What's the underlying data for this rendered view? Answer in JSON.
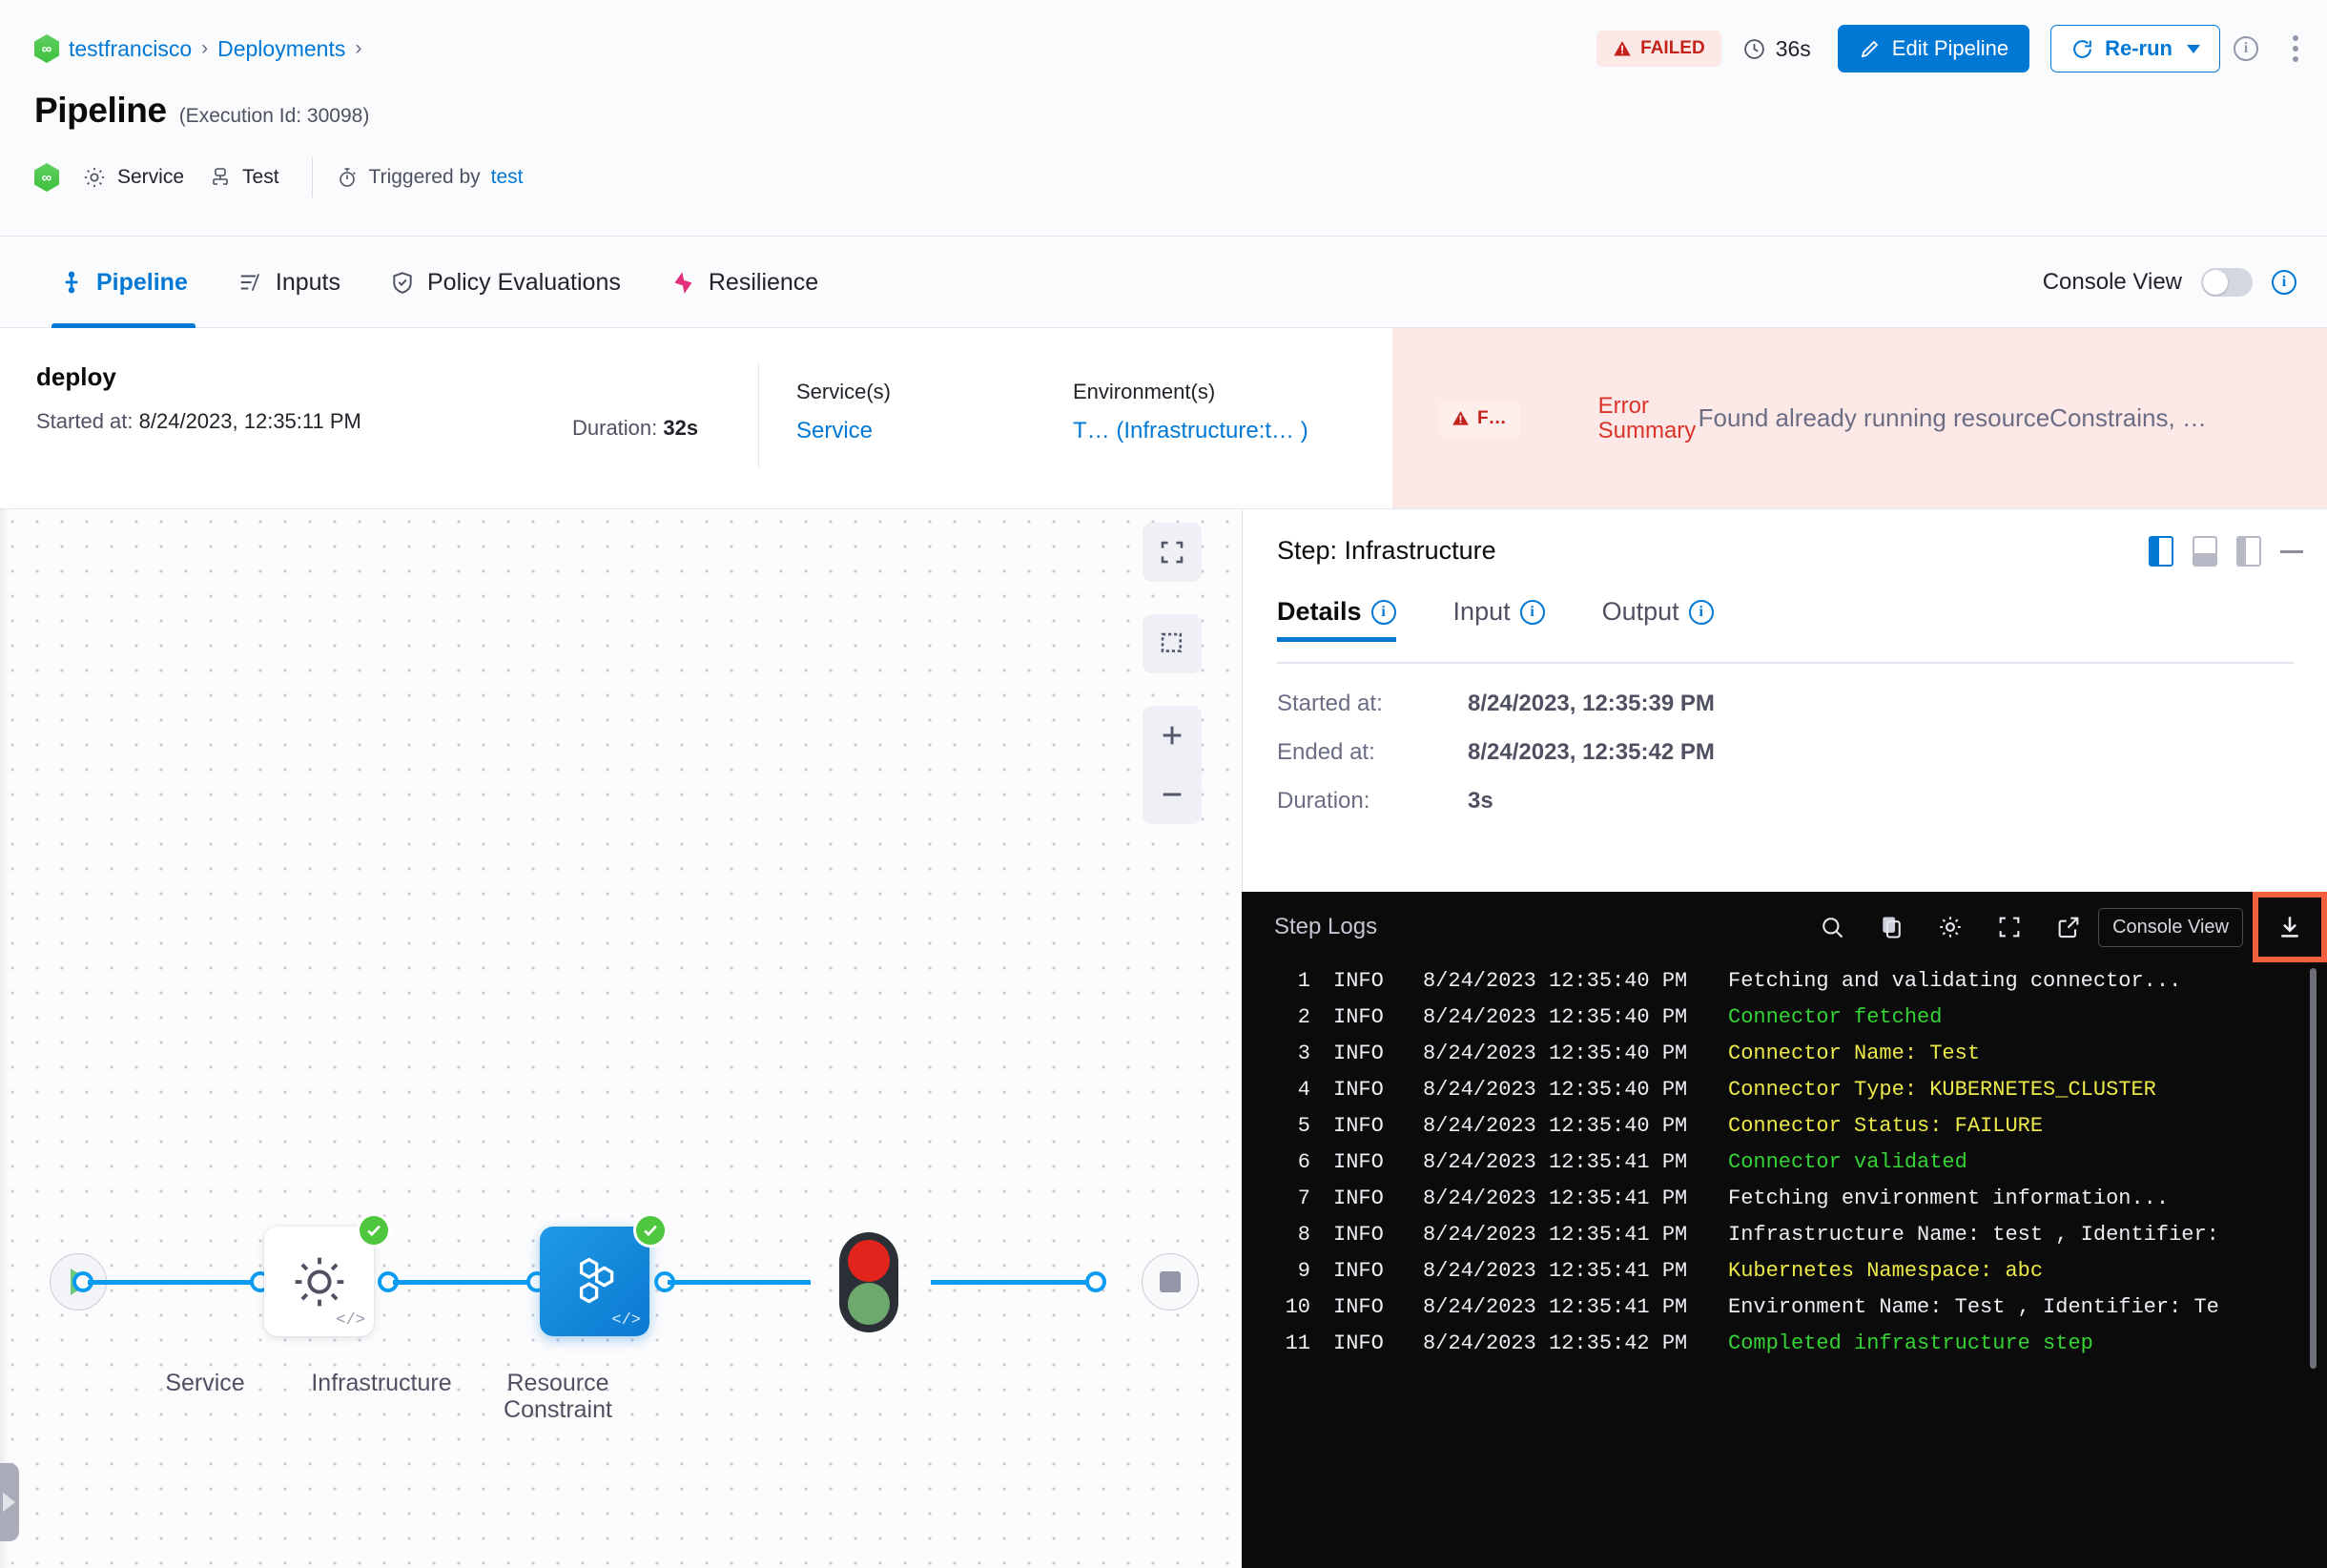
{
  "header": {
    "breadcrumb": [
      {
        "label": "testfrancisco",
        "icon": "harness-logo-icon"
      },
      {
        "label": "Deployments"
      }
    ],
    "breadcrumb_separator": "›",
    "page_title": "Pipeline",
    "execution_id": "(Execution Id: 30098)",
    "meta": {
      "service_label": "Service",
      "service_icon": "gear-icon",
      "env_label": "Test",
      "env_icon": "infrastructure-icon",
      "triggered_prefix": "Triggered by",
      "triggered_by": "test",
      "trigger_icon": "stopwatch-icon"
    },
    "status_badge": "FAILED",
    "status_icon": "warning-triangle-icon",
    "duration": "36s",
    "duration_icon": "clock-icon",
    "edit_button": "Edit Pipeline",
    "edit_icon": "pencil-icon",
    "rerun_button": "Re-run",
    "rerun_icon": "refresh-icon",
    "info_icon": "info-icon",
    "kebab_icon": "more-vertical-icon",
    "colors": {
      "accent": "#0278d5",
      "danger": "#c2221a",
      "success": "#4ec63d"
    }
  },
  "tabs": [
    {
      "label": "Pipeline",
      "icon": "pipeline-icon",
      "active": true
    },
    {
      "label": "Inputs",
      "icon": "inputs-icon",
      "active": false
    },
    {
      "label": "Policy Evaluations",
      "icon": "shield-check-icon",
      "active": false
    },
    {
      "label": "Resilience",
      "icon": "resilience-icon",
      "active": false
    }
  ],
  "console_view": {
    "label": "Console View",
    "enabled": false,
    "info_icon": "info-icon"
  },
  "stage": {
    "name": "deploy",
    "started_label": "Started at:",
    "started_value": "8/24/2023, 12:35:11 PM",
    "duration_label": "Duration:",
    "duration_value": "32s",
    "services_label": "Service(s)",
    "services_value": "Service",
    "environments_label": "Environment(s)",
    "environments_value": "T… (Infrastructure:t… )",
    "error": {
      "chip": "F…",
      "chip_icon": "warning-triangle-icon",
      "summary_label_line1": "Error",
      "summary_label_line2": "Summary",
      "summary_text": "Found already running resourceConstrains, …"
    }
  },
  "canvas": {
    "start_node_icon": "play-icon",
    "end_node_icon": "stop-icon",
    "nodes": [
      {
        "label": "Service",
        "icon": "gear-icon",
        "status": "success",
        "status_icon": "check-circle-icon",
        "selected": false,
        "code_icon": "code-icon"
      },
      {
        "label": "Infrastructure",
        "icon": "infrastructure-hexagons-icon",
        "status": "success",
        "status_icon": "check-circle-icon",
        "selected": true,
        "code_icon": "code-icon"
      },
      {
        "label": "Resource\nConstraint",
        "icon": "traffic-light-icon",
        "status": "none"
      }
    ],
    "controls": [
      {
        "name": "fit-to-screen-button",
        "icon": "fit-screen-icon"
      },
      {
        "name": "select-area-button",
        "icon": "marquee-select-icon"
      },
      {
        "name": "zoom-in-button",
        "icon": "plus-icon"
      },
      {
        "name": "zoom-out-button",
        "icon": "minus-icon"
      }
    ],
    "drawer_handle_icon": "chevron-right-icon"
  },
  "step_panel": {
    "title": "Step: Infrastructure",
    "view_icons": [
      "panel-left-icon",
      "panel-bottom-icon",
      "panel-right-icon",
      "minimize-icon"
    ],
    "tabs": [
      {
        "label": "Details",
        "info_icon": "info-icon",
        "active": true
      },
      {
        "label": "Input",
        "info_icon": "info-icon",
        "active": false
      },
      {
        "label": "Output",
        "info_icon": "info-icon",
        "active": false
      }
    ],
    "details": [
      {
        "label": "Started at:",
        "value": "8/24/2023, 12:35:39 PM"
      },
      {
        "label": "Ended at:",
        "value": "8/24/2023, 12:35:42 PM"
      },
      {
        "label": "Duration:",
        "value": "3s"
      }
    ]
  },
  "logs": {
    "title": "Step Logs",
    "tools": [
      {
        "name": "search-logs-button",
        "icon": "search-icon"
      },
      {
        "name": "copy-logs-button",
        "icon": "copy-icon"
      },
      {
        "name": "log-settings-button",
        "icon": "gear-icon"
      },
      {
        "name": "fullscreen-logs-button",
        "icon": "expand-icon"
      },
      {
        "name": "open-external-button",
        "icon": "external-link-icon"
      }
    ],
    "console_view_button": "Console View",
    "download_button_icon": "download-icon",
    "download_highlight_color": "#f4603e",
    "lines": [
      {
        "n": "1",
        "level": "INFO",
        "ts": "8/24/2023 12:35:40 PM",
        "msg": "Fetching and validating connector...",
        "color": "white"
      },
      {
        "n": "2",
        "level": "INFO",
        "ts": "8/24/2023 12:35:40 PM",
        "msg": "Connector fetched",
        "color": "green"
      },
      {
        "n": "3",
        "level": "INFO",
        "ts": "8/24/2023 12:35:40 PM",
        "msg": "Connector Name: Test",
        "color": "yellow"
      },
      {
        "n": "4",
        "level": "INFO",
        "ts": "8/24/2023 12:35:40 PM",
        "msg": "Connector Type: KUBERNETES_CLUSTER",
        "color": "yellow"
      },
      {
        "n": "5",
        "level": "INFO",
        "ts": "8/24/2023 12:35:40 PM",
        "msg": "Connector Status: FAILURE",
        "color": "yellow"
      },
      {
        "n": "6",
        "level": "INFO",
        "ts": "8/24/2023 12:35:41 PM",
        "msg": "Connector validated",
        "color": "green"
      },
      {
        "n": "7",
        "level": "INFO",
        "ts": "8/24/2023 12:35:41 PM",
        "msg": "Fetching environment information...",
        "color": "white"
      },
      {
        "n": "8",
        "level": "INFO",
        "ts": "8/24/2023 12:35:41 PM",
        "msg": "Infrastructure Name: test , Identifier:",
        "color": "white"
      },
      {
        "n": "9",
        "level": "INFO",
        "ts": "8/24/2023 12:35:41 PM",
        "msg": "Kubernetes Namespace: abc",
        "color": "yellow"
      },
      {
        "n": "10",
        "level": "INFO",
        "ts": "8/24/2023 12:35:41 PM",
        "msg": "Environment Name: Test , Identifier: Te",
        "color": "white"
      },
      {
        "n": "11",
        "level": "INFO",
        "ts": "8/24/2023 12:35:42 PM",
        "msg": "Completed infrastructure step",
        "color": "green"
      }
    ]
  }
}
